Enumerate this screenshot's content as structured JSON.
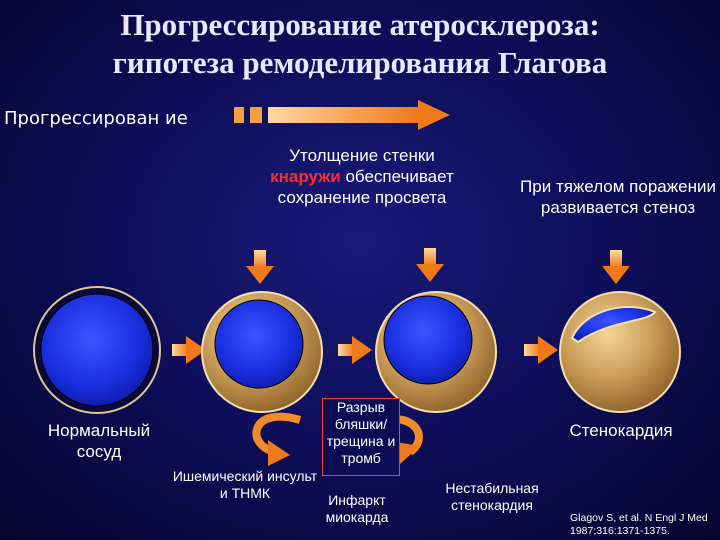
{
  "title": {
    "line1": "Прогрессирование атеросклероза:",
    "line2": "гипотеза ремоделирования Глагова"
  },
  "progress_label": "Прогрессирован ие",
  "notes": {
    "outward_line1": "Утолщение стенки",
    "outward_red": "кнаружи",
    "outward_line2_rest": " обеспечивает",
    "outward_line3": "сохранение просвета",
    "severe": "При тяжелом поражении развивается стеноз"
  },
  "labels": {
    "normal": "Нормальный сосуд",
    "rupture": "Разрыв бляшки/ трещина и тромб",
    "stroke": "Ишемический инсульт и ТНМК",
    "infarct": "Инфаркт миокарда",
    "unstable": "Нестабильная стенокардия",
    "angina": "Стенокардия"
  },
  "citation": {
    "line1": "Glagov S, et al. N Engl J Med",
    "line2": "1987;316:1371-1375."
  },
  "colors": {
    "background": "#0c0c55",
    "lumen": "#1a2fe0",
    "plaque": "#b58a4a",
    "arrow": "#f08a2a",
    "highlight": "#ff2b2b"
  }
}
